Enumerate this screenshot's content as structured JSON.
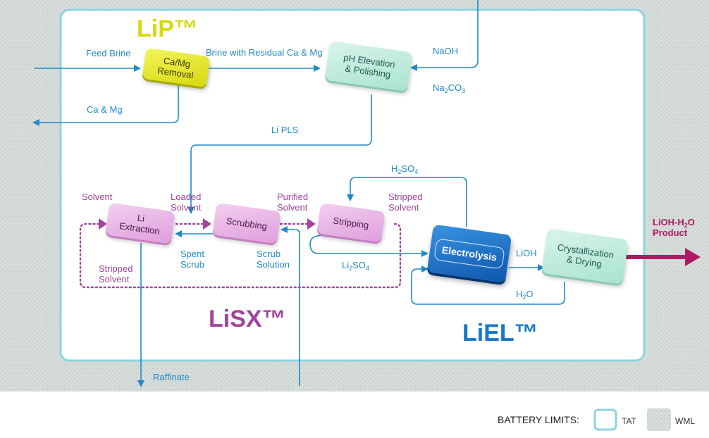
{
  "brands": {
    "lip": "LiP™",
    "lisx": "LiSX™",
    "liel": "LiEL™"
  },
  "process_units": {
    "ca_mg_removal": {
      "line1": "Ca/Mg",
      "line2": "Removal"
    },
    "ph_elevation": {
      "line1": "pH Elevation",
      "line2": "& Polishing"
    },
    "li_extraction": {
      "line1": "Li",
      "line2": "Extraction"
    },
    "scrubbing": {
      "line1": "Scrubbing"
    },
    "stripping": {
      "line1": "Stripping"
    },
    "electrolysis": {
      "line1": "Electrolysis"
    },
    "crystallization": {
      "line1": "Crystallization",
      "line2": "& Drying"
    }
  },
  "streams": {
    "feed_brine": "Feed Brine",
    "brine_residual": "Brine with Residual Ca & Mg",
    "naoh": "NaOH",
    "na2co3": {
      "base": "Na",
      "sub1": "2",
      "mid": "CO",
      "sub2": "3"
    },
    "ca_mg": "Ca & Mg",
    "li_pls": "Li PLS",
    "h2so4": {
      "base": "H",
      "sub1": "2",
      "mid": "SO",
      "sub2": "4"
    },
    "solvent": "Solvent",
    "loaded_solvent": {
      "line1": "Loaded",
      "line2": "Solvent"
    },
    "purified_solvent": {
      "line1": "Purified",
      "line2": "Solvent"
    },
    "stripped_solvent_right": {
      "line1": "Stripped",
      "line2": "Solvent"
    },
    "spent_scrub": {
      "line1": "Spent",
      "line2": "Scrub"
    },
    "scrub_solution": {
      "line1": "Scrub",
      "line2": "Solution"
    },
    "stripped_solvent_left": {
      "line1": "Stripped",
      "line2": "Solvent"
    },
    "li2so4": {
      "base": "Li",
      "sub1": "2",
      "mid": "SO",
      "sub2": "4"
    },
    "lioh": "LiOH",
    "h2o": {
      "base": "H",
      "sub1": "2",
      "mid": "O"
    },
    "raffinate": "Raffinate",
    "product": {
      "line1a": "LiOH-H",
      "line1sub": "2",
      "line1b": "O",
      "line2": "Product"
    }
  },
  "legend": {
    "title": "BATTERY LIMITS:",
    "tat": "TAT",
    "wml": "WML"
  },
  "colors": {
    "flow_blue": "#1f8ac8",
    "solvent_purple": "#a2449c",
    "product_magenta": "#b01a64",
    "lip_yellow": "#d7d912",
    "lisx_purple": "#a2449c",
    "liel_blue": "#1577c9",
    "tat_border": "#8fd3e0",
    "wml_fill": "#d6ddda"
  }
}
